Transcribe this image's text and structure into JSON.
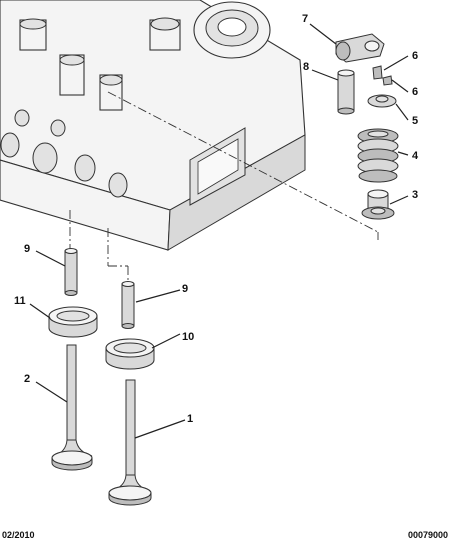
{
  "labels": {
    "part_1": "1",
    "part_2": "2",
    "part_3": "3",
    "part_4": "4",
    "part_5": "5",
    "part_6a": "6",
    "part_6b": "6",
    "part_7": "7",
    "part_8": "8",
    "part_9a": "9",
    "part_9b": "9",
    "part_10": "10",
    "part_11": "11"
  },
  "footer": {
    "date": "02/2010",
    "reference": "00079000"
  }
}
